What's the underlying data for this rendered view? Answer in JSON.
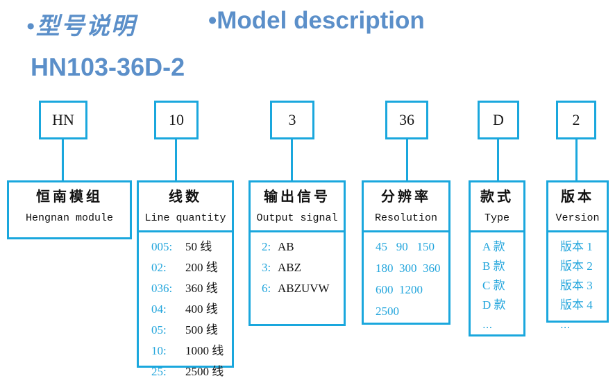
{
  "header": {
    "bullet": "•",
    "title_cn": "型号说明",
    "title_en": "Model description",
    "model_number": "HN103-36D-2",
    "accent_color": "#5b8fc9",
    "line_color": "#1aa7dd",
    "code_color": "#22a5dc"
  },
  "segments": [
    {
      "code": "HN",
      "head_cn": "恒南模组",
      "head_en": "Hengnan module",
      "options": []
    },
    {
      "code": "10",
      "head_cn": "线数",
      "head_en": "Line quantity",
      "options": [
        {
          "code": "005:",
          "value": "50 线"
        },
        {
          "code": "02:",
          "value": "200 线"
        },
        {
          "code": "036:",
          "value": "360 线"
        },
        {
          "code": "04:",
          "value": "400 线"
        },
        {
          "code": "05:",
          "value": "500 线"
        },
        {
          "code": "10:",
          "value": "1000 线"
        },
        {
          "code": "25:",
          "value": "2500 线"
        }
      ]
    },
    {
      "code": "3",
      "head_cn": "输出信号",
      "head_en": "Output signal",
      "options": [
        {
          "code": "2:",
          "value": "AB"
        },
        {
          "code": "3:",
          "value": "ABZ"
        },
        {
          "code": "6:",
          "value": "ABZUVW"
        }
      ]
    },
    {
      "code": "36",
      "head_cn": "分辨率",
      "head_en": "Resolution",
      "rows": [
        "45   90   150",
        "180  300  360",
        "600  1200",
        "2500"
      ]
    },
    {
      "code": "D",
      "head_cn": "款式",
      "head_en": "Type",
      "rows": [
        "A 款",
        "B 款",
        "C 款",
        "D 款"
      ],
      "more": "..."
    },
    {
      "code": "2",
      "head_cn": "版本",
      "head_en": "Version",
      "rows": [
        "版本 1",
        "版本 2",
        "版本 3",
        "版本 4"
      ],
      "more": "..."
    }
  ],
  "chart_data": {
    "type": "table",
    "title": "HN103-36D-2 model description",
    "categories": [
      "HN",
      "10",
      "3",
      "36",
      "D",
      "2"
    ],
    "series": [
      {
        "name": "Hengnan module",
        "values": []
      },
      {
        "name": "Line quantity",
        "values": [
          "005: 50 线",
          "02: 200 线",
          "036: 360 线",
          "04: 400 线",
          "05: 500 线",
          "10: 1000 线",
          "25: 2500 线"
        ]
      },
      {
        "name": "Output signal",
        "values": [
          "2: AB",
          "3: ABZ",
          "6: ABZUVW"
        ]
      },
      {
        "name": "Resolution",
        "values": [
          "45",
          "90",
          "150",
          "180",
          "300",
          "360",
          "600",
          "1200",
          "2500"
        ]
      },
      {
        "name": "Type",
        "values": [
          "A 款",
          "B 款",
          "C 款",
          "D 款",
          "..."
        ]
      },
      {
        "name": "Version",
        "values": [
          "版本 1",
          "版本 2",
          "版本 3",
          "版本 4",
          "..."
        ]
      }
    ]
  }
}
